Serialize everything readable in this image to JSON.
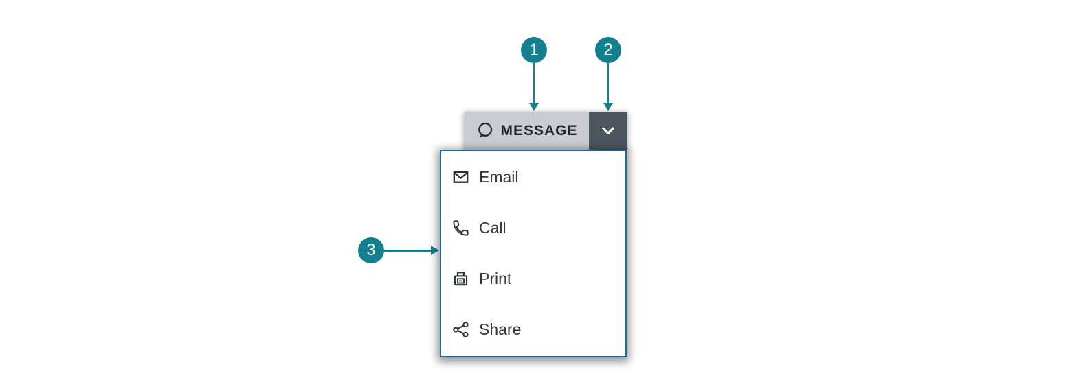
{
  "colors": {
    "callout_teal": "#12808F",
    "button_light_bg": "#C9CDD2",
    "button_dark_bg": "#4E565D",
    "button_text": "#212529",
    "menu_border": "#17689B",
    "menu_bg": "#FFFFFF",
    "menu_text": "#33383D",
    "icon_dark": "#2B3135"
  },
  "callouts": [
    "1",
    "2",
    "3"
  ],
  "split_button": {
    "label": "MESSAGE",
    "icon": "speech-bubble-icon",
    "toggle_icon": "chevron-down-icon"
  },
  "menu": {
    "items": [
      {
        "label": "Email",
        "icon": "email-icon"
      },
      {
        "label": "Call",
        "icon": "call-icon"
      },
      {
        "label": "Print",
        "icon": "print-icon"
      },
      {
        "label": "Share",
        "icon": "share-icon"
      }
    ]
  }
}
